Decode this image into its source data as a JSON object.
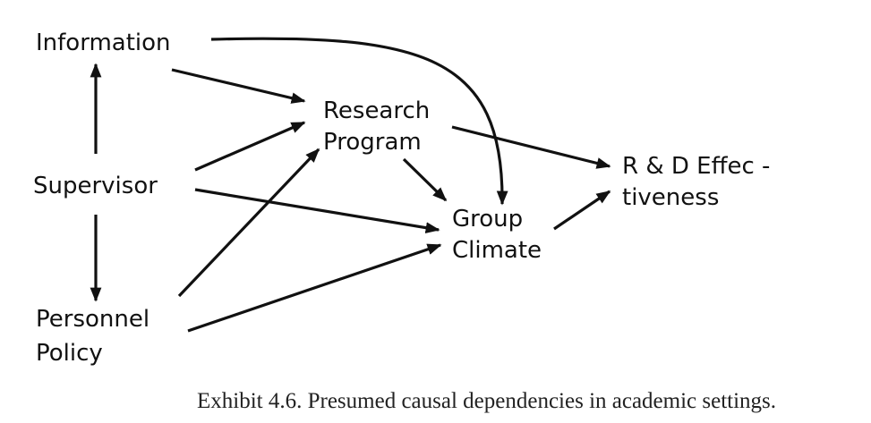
{
  "nodes": {
    "information": [
      "Information"
    ],
    "supervisor": [
      "Supervisor"
    ],
    "personnel_policy": [
      "Personnel",
      "Policy"
    ],
    "research_program": [
      "Research",
      "Program"
    ],
    "group_climate": [
      "Group",
      "Climate"
    ],
    "rd_effectiveness": [
      "R & D Effec -",
      "tiveness"
    ]
  },
  "edges": [
    {
      "from": "Supervisor",
      "to": "Information"
    },
    {
      "from": "Supervisor",
      "to": "Personnel Policy"
    },
    {
      "from": "Information",
      "to": "Research Program"
    },
    {
      "from": "Supervisor",
      "to": "Research Program"
    },
    {
      "from": "Personnel Policy",
      "to": "Research Program"
    },
    {
      "from": "Information",
      "to": "Group Climate"
    },
    {
      "from": "Supervisor",
      "to": "Group Climate"
    },
    {
      "from": "Personnel Policy",
      "to": "Group Climate"
    },
    {
      "from": "Research Program",
      "to": "Group Climate"
    },
    {
      "from": "Research Program",
      "to": "R & D Effectiveness"
    },
    {
      "from": "Group Climate",
      "to": "R & D Effectiveness"
    }
  ],
  "caption": "Exhibit 4.6. Presumed causal dependencies in academic settings."
}
